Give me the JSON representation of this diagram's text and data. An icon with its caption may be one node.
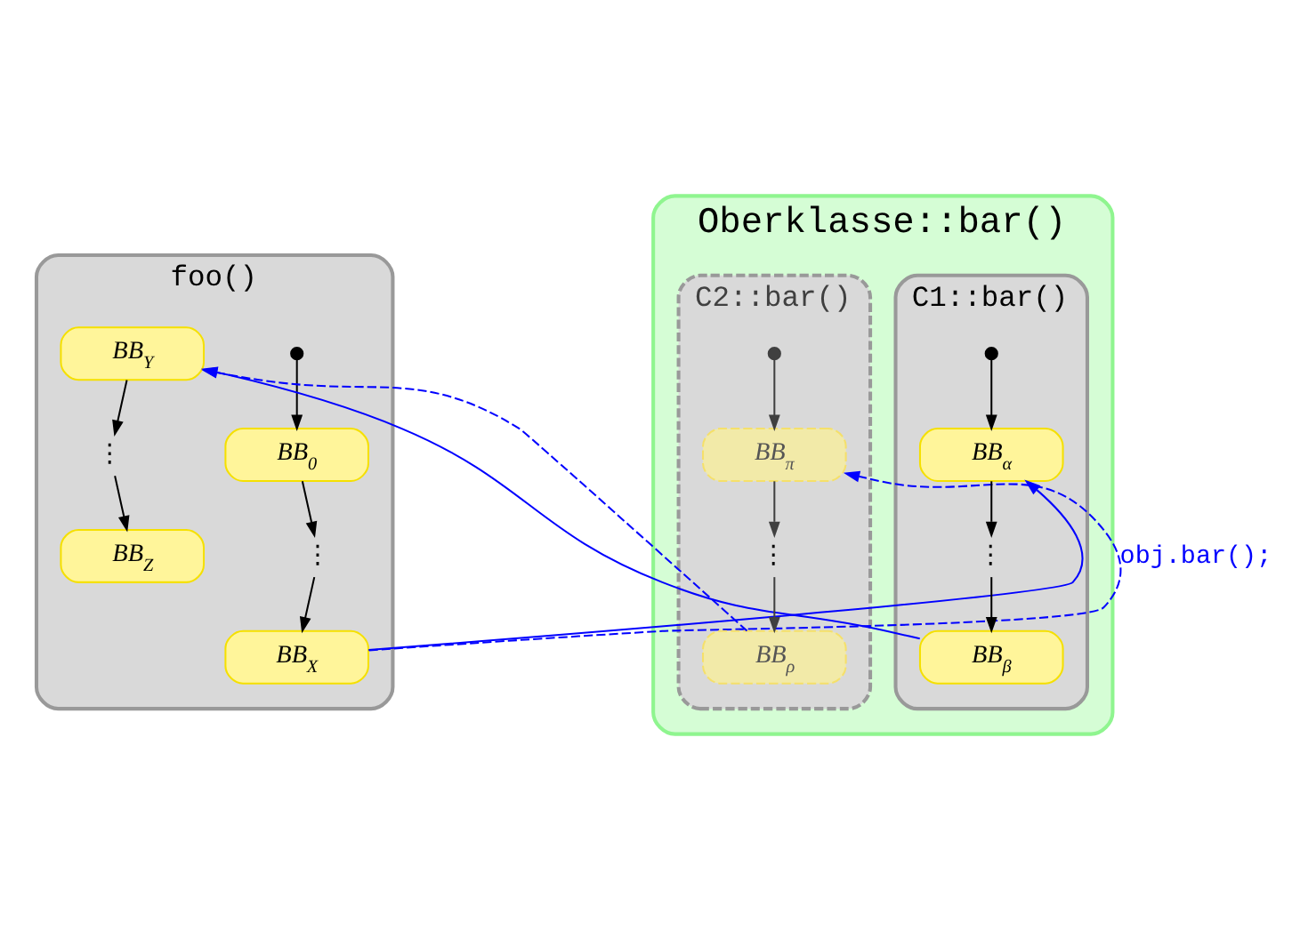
{
  "diagram": {
    "nodes": [
      {
        "text": [
          "foo()"
        ]
      },
      {
        "text": [],
        "shape": "circle",
        "in": 0
      },
      {
        "text": [
          "BB$_{0}$"
        ],
        "in": 0
      },
      {
        "text": [
          "⋮"
        ],
        "in": 0
      },
      {
        "text": [
          "BB$_{X}$"
        ],
        "in": 0
      },
      {
        "text": [
          "BB$_{Y}$"
        ],
        "in": 0
      },
      {
        "text": [
          "⋮"
        ],
        "in": 0
      },
      {
        "text": [
          "BB$_{Z}$"
        ],
        "in": 0
      },
      {
        "text": [
          "Oberklasse::bar()"
        ]
      },
      {
        "text": [
          "C1::bar()"
        ],
        "in": 8
      },
      {
        "text": [],
        "shape": "circle",
        "in": 9
      },
      {
        "text": [
          "BB$_{α}$"
        ],
        "in": 9
      },
      {
        "text": [
          "⋮"
        ],
        "in": 9
      },
      {
        "text": [
          "BB$_{β}$"
        ],
        "in": 9
      },
      {
        "text": [
          "C2::bar()"
        ],
        "in": 8
      },
      {
        "text": [],
        "shape": "circle",
        "in": 14
      },
      {
        "text": [
          "BB$_{π}$"
        ],
        "in": 14
      },
      {
        "text": [
          "⋮"
        ],
        "in": 14
      },
      {
        "text": [
          "BB$_{ρ}$"
        ],
        "in": 14
      }
    ],
    "edges": [
      {
        "from": 1,
        "to": 2,
        "arrow": "to"
      },
      {
        "from": 2,
        "to": 3,
        "arrow": "to"
      },
      {
        "from": 3,
        "to": 4,
        "arrow": "to"
      },
      {
        "from": 5,
        "to": 6,
        "arrow": "to"
      },
      {
        "from": 6,
        "to": 7,
        "arrow": "to"
      },
      {
        "from": 10,
        "to": 11,
        "arrow": "to"
      },
      {
        "from": 11,
        "to": 12,
        "arrow": "to"
      },
      {
        "from": 12,
        "to": 13,
        "arrow": "to"
      },
      {
        "from": 15,
        "to": 16,
        "arrow": "to",
        "color": "#404040"
      },
      {
        "from": 16,
        "to": 17,
        "arrow": "to",
        "color": "#404040"
      },
      {
        "from": 17,
        "to": 18,
        "arrow": "to",
        "color": "#404040"
      },
      {
        "from": 4,
        "to": 11,
        "arrow": "to",
        "color": "#0000ff"
      },
      {
        "from": 4,
        "to": 16,
        "arrow": "to",
        "style": "dashed",
        "color": "#0000ff",
        "label": "obj.bar();"
      },
      {
        "from": 13,
        "to": 5,
        "arrow": "to",
        "color": "#0000ff"
      },
      {
        "from": 18,
        "to": 5,
        "arrow": "to",
        "style": "dashed",
        "color": "#0000ff"
      }
    ]
  }
}
